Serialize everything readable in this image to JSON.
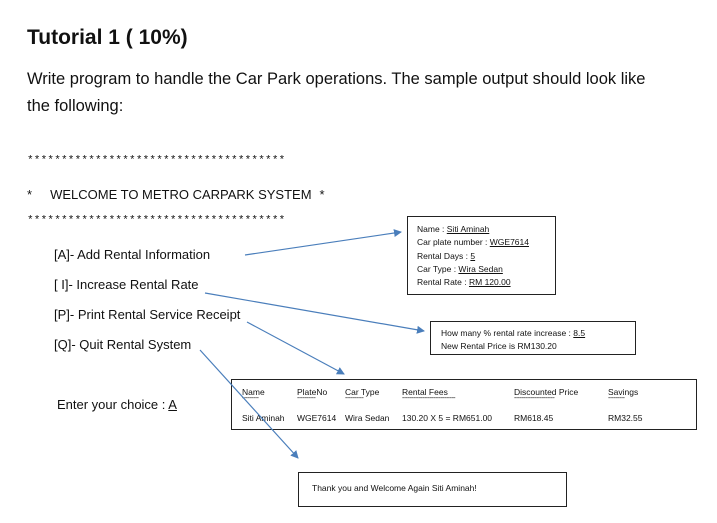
{
  "title": "Tutorial 1 ( 10%)",
  "intro": "Write  program to handle the Car Park operations. The sample output should look like the following:",
  "stars_line": "**************************************",
  "welcome": {
    "star_left": "*",
    "text": "WELCOME TO METRO CARPARK SYSTEM",
    "star_right": "*"
  },
  "menu": {
    "add": "[A]- Add Rental Information",
    "increase": "[ I]- Increase Rental Rate",
    "print": "[P]- Print Rental Service Receipt",
    "quit": "[Q]- Quit Rental System"
  },
  "choice": {
    "label": "Enter your choice : ",
    "value": "A"
  },
  "rental_info": {
    "name_label": "Name : ",
    "name_value": "Siti Aminah",
    "plate_label": "Car plate number : ",
    "plate_value": "WGE7614",
    "days_label": "Rental Days : ",
    "days_value": "5",
    "type_label": "Car Type :  ",
    "type_value": "Wira Sedan",
    "rate_label": "Rental Rate : ",
    "rate_value": "RM 120.00"
  },
  "increase_info": {
    "question": "How many % rental rate increase : ",
    "answer": "8.5",
    "result": "New Rental Price is RM130.20"
  },
  "receipt": {
    "headers": [
      "Name",
      "PlateNo",
      "Car Type",
      "Rental Fees",
      "Discounted Price",
      "Savings"
    ],
    "dashes": [
      "---------",
      "----------",
      "----------",
      "-----------------------------",
      "----------------------",
      "---------"
    ],
    "row": [
      "Siti Aminah",
      "WGE7614",
      "Wira Sedan",
      "130.20 X 5 = RM651.00",
      "RM618.45",
      "RM32.55"
    ]
  },
  "thanks": "Thank you and Welcome Again Siti Aminah!",
  "colors": {
    "arrow": "#4a7ebb",
    "border": "#222222",
    "text": "#111111"
  }
}
